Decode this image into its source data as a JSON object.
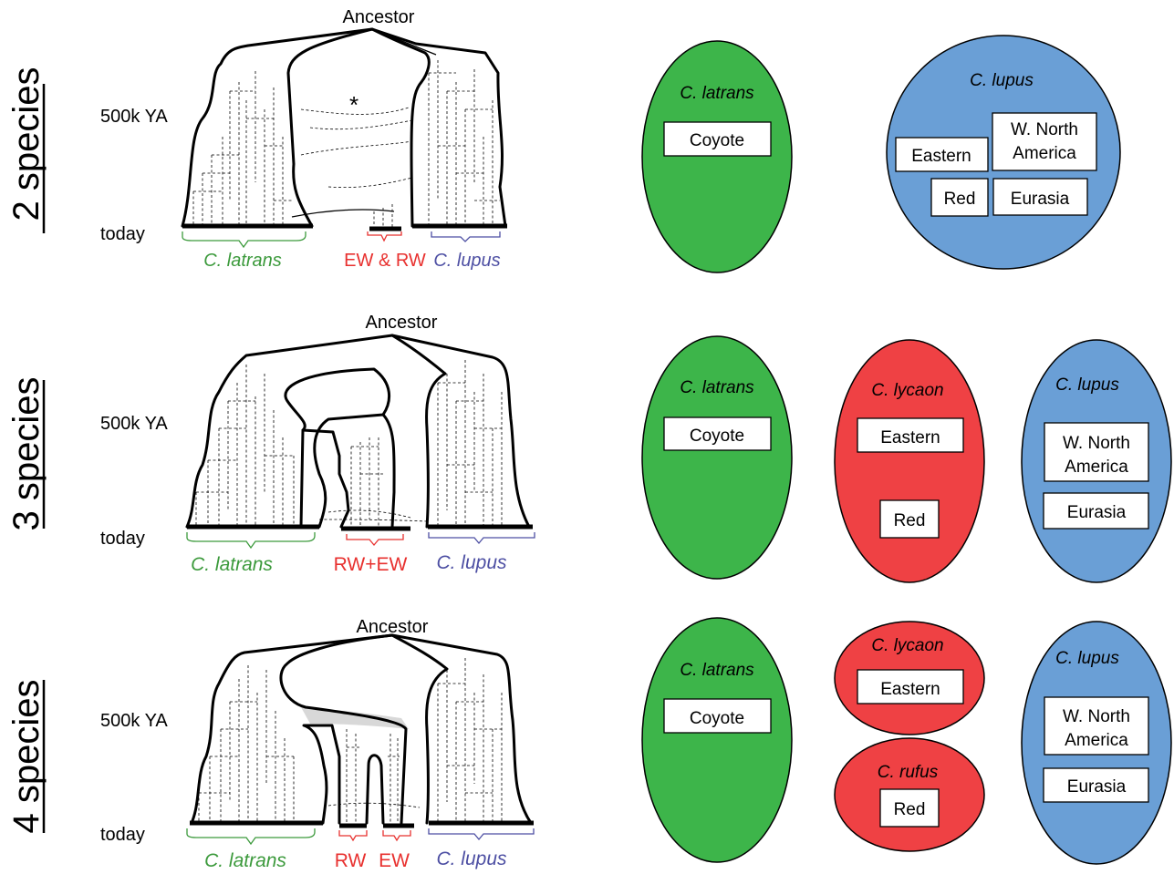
{
  "colors": {
    "green": "#3db54a",
    "red": "#ef4144",
    "blue": "#6a9fd6",
    "label_green": "#3c9a3c",
    "label_red": "#e8312f",
    "label_blue": "#4d4fa3"
  },
  "rows": [
    {
      "title": "2 species",
      "ancestor": "Ancestor",
      "time_upper": "500k YA",
      "time_lower": "today",
      "marker": "*",
      "clade_labels": {
        "latrans": "C. latrans",
        "middle": "EW & RW",
        "lupus": "C. lupus"
      },
      "species": [
        {
          "name": "C. latrans",
          "color": "green",
          "populations": [
            "Coyote"
          ]
        },
        {
          "name": "C. lupus",
          "color": "blue",
          "populations": [
            "Eastern",
            "W. North America",
            "Red",
            "Eurasia"
          ]
        }
      ]
    },
    {
      "title": "3 species",
      "ancestor": "Ancestor",
      "time_upper": "500k YA",
      "time_lower": "today",
      "clade_labels": {
        "latrans": "C. latrans",
        "middle": "RW+EW",
        "lupus": "C. lupus"
      },
      "species": [
        {
          "name": "C. latrans",
          "color": "green",
          "populations": [
            "Coyote"
          ]
        },
        {
          "name": "C. lycaon",
          "color": "red",
          "populations": [
            "Eastern",
            "Red"
          ]
        },
        {
          "name": "C. lupus",
          "color": "blue",
          "populations": [
            "W. North America",
            "Eurasia"
          ]
        }
      ]
    },
    {
      "title": "4 species",
      "ancestor": "Ancestor",
      "time_upper": "500k YA",
      "time_lower": "today",
      "clade_labels": {
        "latrans": "C. latrans",
        "rw": "RW",
        "ew": "EW",
        "lupus": "C. lupus"
      },
      "species": [
        {
          "name": "C. latrans",
          "color": "green",
          "populations": [
            "Coyote"
          ]
        },
        {
          "name": "C. lycaon",
          "color": "red",
          "populations": [
            "Eastern"
          ]
        },
        {
          "name": "C. rufus",
          "color": "red",
          "populations": [
            "Red"
          ]
        },
        {
          "name": "C. lupus",
          "color": "blue",
          "populations": [
            "W. North America",
            "Eurasia"
          ]
        }
      ]
    }
  ]
}
